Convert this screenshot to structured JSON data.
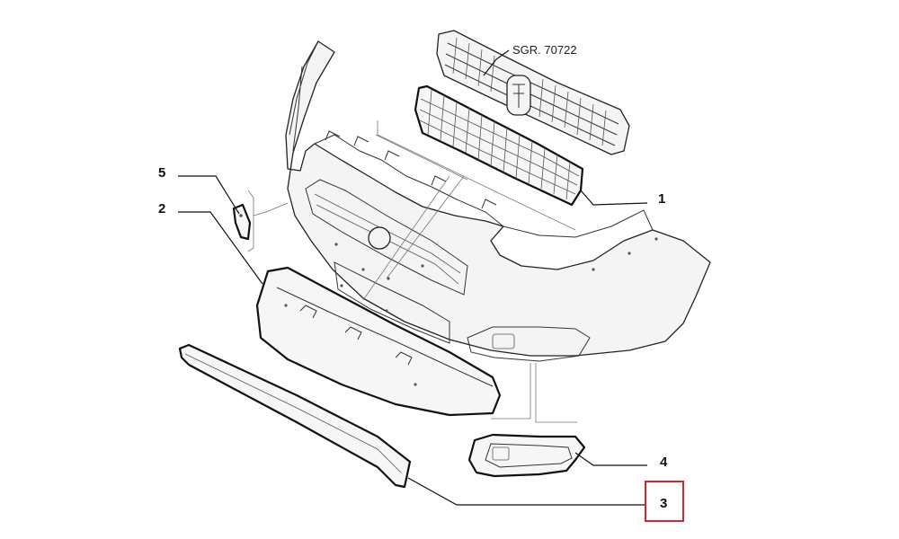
{
  "diagram": {
    "reference_label": "SGR. 70722",
    "callouts": [
      {
        "id": "1",
        "label": "1"
      },
      {
        "id": "2",
        "label": "2"
      },
      {
        "id": "3",
        "label": "3"
      },
      {
        "id": "4",
        "label": "4"
      },
      {
        "id": "5",
        "label": "5"
      }
    ],
    "highlighted_callout": "3",
    "highlight_color": "#d9232e"
  }
}
